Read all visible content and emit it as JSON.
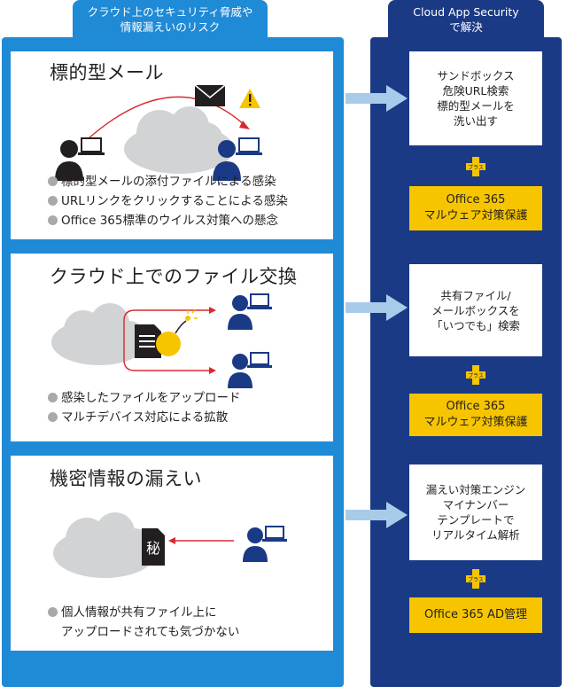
{
  "left_header": {
    "line1": "クラウド上のセキュリティ脅威や",
    "line2": "情報漏えいのリスク"
  },
  "right_header": {
    "line1": "Cloud App Security",
    "line2": "で解決"
  },
  "threats": [
    {
      "title": "標的型メール",
      "bullets": [
        "標的型メールの添付ファイルによる感染",
        "URLリンクをクリックすることによる感染",
        "Office 365標準のウイルス対策への懸念"
      ]
    },
    {
      "title": "クラウド上でのファイル交換",
      "bullets": [
        "感染したファイルをアップロード",
        "マルチデバイス対応による拡散"
      ]
    },
    {
      "title": "機密情報の漏えい",
      "bullets": [
        "個人情報が共有ファイル上に\nアップロードされても気づかない"
      ],
      "secret_glyph": "秘"
    }
  ],
  "solutions": [
    {
      "text": "サンドボックス\n危険URL検索\n標的型メールを\n洗い出す",
      "office": "Office 365\nマルウェア対策保護"
    },
    {
      "text": "共有ファイル/\nメールボックスを\n「いつでも」検索",
      "office": "Office 365\nマルウェア対策保護"
    },
    {
      "text": "漏えい対策エンジン\nマイナンバー\nテンプレートで\nリアルタイム解析",
      "office": "Office 365 AD管理"
    }
  ],
  "plus_label": "プラス",
  "colors": {
    "left_blue": "#1f8ad6",
    "right_navy": "#1b3a86",
    "yellow": "#f6c500",
    "arrow": "#a9cbea",
    "person": "#1b3a86",
    "person_dark": "#231f20",
    "red_line": "#d7282f",
    "cloud": "#d1d3d4"
  },
  "icons": [
    "cloud-icon",
    "envelope-icon",
    "warning-icon",
    "person-laptop-icon",
    "document-icon",
    "bomb-icon",
    "arrow-right-icon",
    "plus-badge-icon"
  ]
}
